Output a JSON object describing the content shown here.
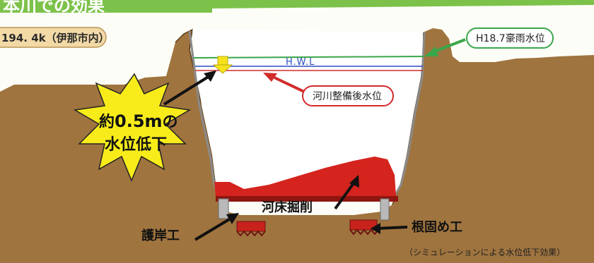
{
  "header": {
    "title": "本川での効果",
    "bar_color": "#7cc24a"
  },
  "location_label": "194. 4k（伊那市内）",
  "labels": {
    "flood_level": "H18.7豪雨水位",
    "hwl": "H.W.L",
    "after_improvement": "河川整備後水位",
    "bed_excavation": "河床掘削",
    "revetment": "護岸工",
    "foot_protection": "根固め工",
    "simulation_note": "（シミュレーションによる水位低下効果）"
  },
  "burst": {
    "line1_prefix": "約",
    "line1_value": "0.5m",
    "line1_suffix": "の",
    "line2": "水位低下"
  },
  "colors": {
    "ground": "#a0743f",
    "ground_dark": "#6f4a22",
    "river_bed": "#d4241d",
    "line_green": "#3aa64a",
    "line_blue": "#2b4cc2",
    "line_red": "#d22b2b",
    "burst_fill": "#f7ec1a",
    "arrow_yellow": "#f5e21c"
  }
}
